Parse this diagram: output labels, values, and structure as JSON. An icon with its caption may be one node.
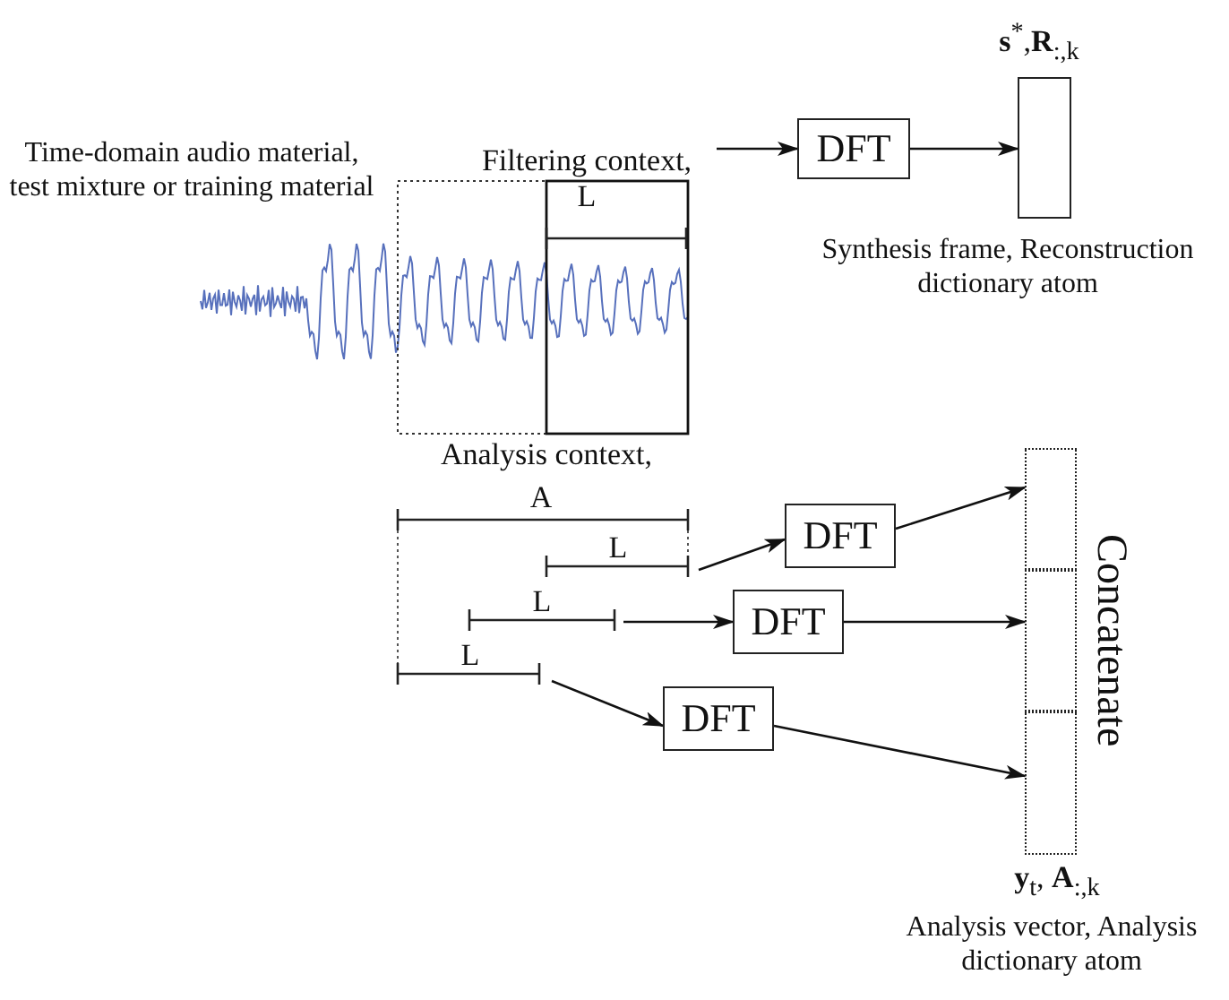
{
  "diagram": {
    "nodes": [
      {
        "text": [
          "Filtering context,",
          "L"
        ]
      },
      {
        "text": [
          "DFT"
        ]
      },
      {
        "text": [],
        "shape": "box",
        "beside": [
          "**s**$^{*}$,**R**$_{:,k}$",
          "Synthesis frame, Reconstruction dictionary atom"
        ]
      },
      {
        "text": [
          "L"
        ]
      },
      {
        "text": [
          "L"
        ]
      },
      {
        "text": [
          "L"
        ]
      },
      {
        "text": [
          "DFT"
        ]
      },
      {
        "text": [
          "DFT"
        ]
      },
      {
        "text": [
          "DFT"
        ]
      },
      {
        "text": [],
        "shape": "box"
      },
      {
        "text": [],
        "shape": "box"
      },
      {
        "text": [],
        "shape": "box",
        "beside": [
          "**y**$_{t}$, **A**$_{:,k}$",
          "Analysis vector, Analysis dictionary atom"
        ]
      }
    ],
    "edges": [
      {
        "from": 0,
        "to": 1,
        "arrow": "to"
      },
      {
        "from": 1,
        "to": 2,
        "arrow": "to"
      },
      {
        "from": 3,
        "to": 6,
        "arrow": "to"
      },
      {
        "from": 4,
        "to": 7,
        "arrow": "to"
      },
      {
        "from": 5,
        "to": 8,
        "arrow": "to"
      },
      {
        "from": 6,
        "to": 9,
        "arrow": "to"
      },
      {
        "from": 7,
        "to": 10,
        "arrow": "to"
      },
      {
        "from": 8,
        "to": 11,
        "arrow": "to"
      }
    ],
    "labels": [
      "Time-domain audio material, test mixture or training material",
      "Analysis context,",
      "A",
      "Concatenate"
    ]
  }
}
